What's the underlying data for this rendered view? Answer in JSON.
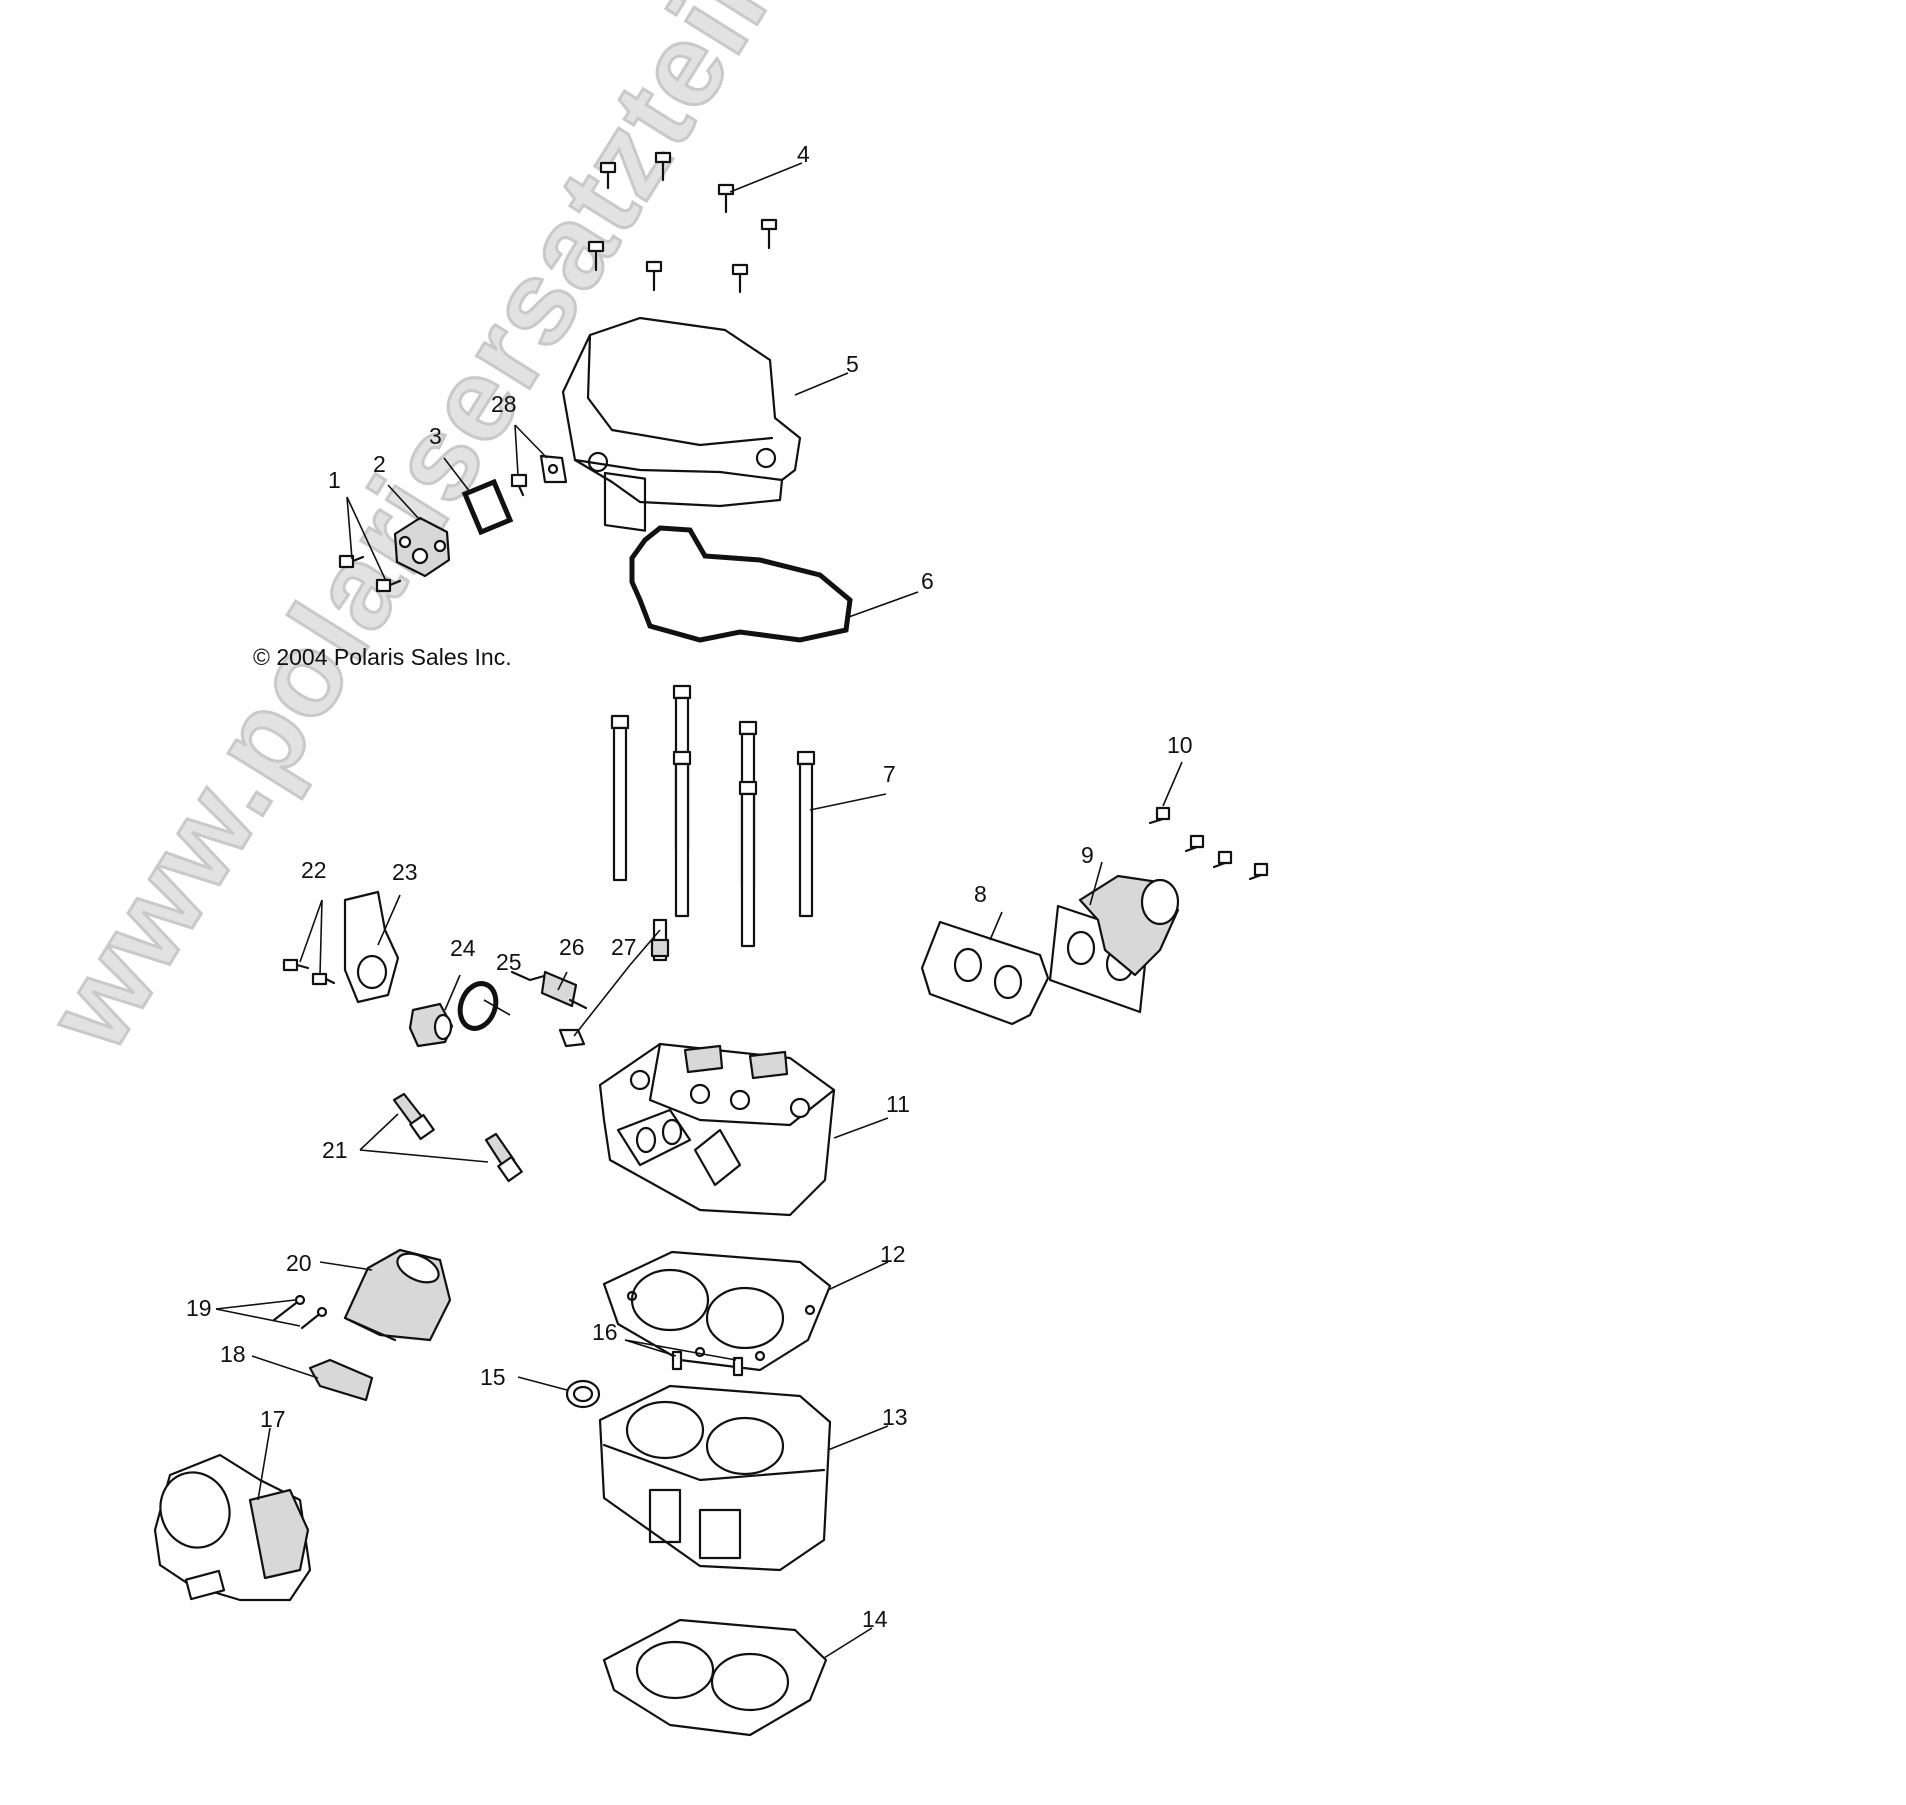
{
  "copyright": "© 2004 Polaris Sales Inc.",
  "watermark": "www.polarisersatzteile.de",
  "callouts": [
    "1",
    "2",
    "3",
    "4",
    "5",
    "6",
    "7",
    "8",
    "9",
    "10",
    "11",
    "12",
    "13",
    "14",
    "15",
    "16",
    "17",
    "19",
    "18",
    "20",
    "21",
    "22",
    "23",
    "24",
    "25",
    "26",
    "27",
    "28"
  ]
}
